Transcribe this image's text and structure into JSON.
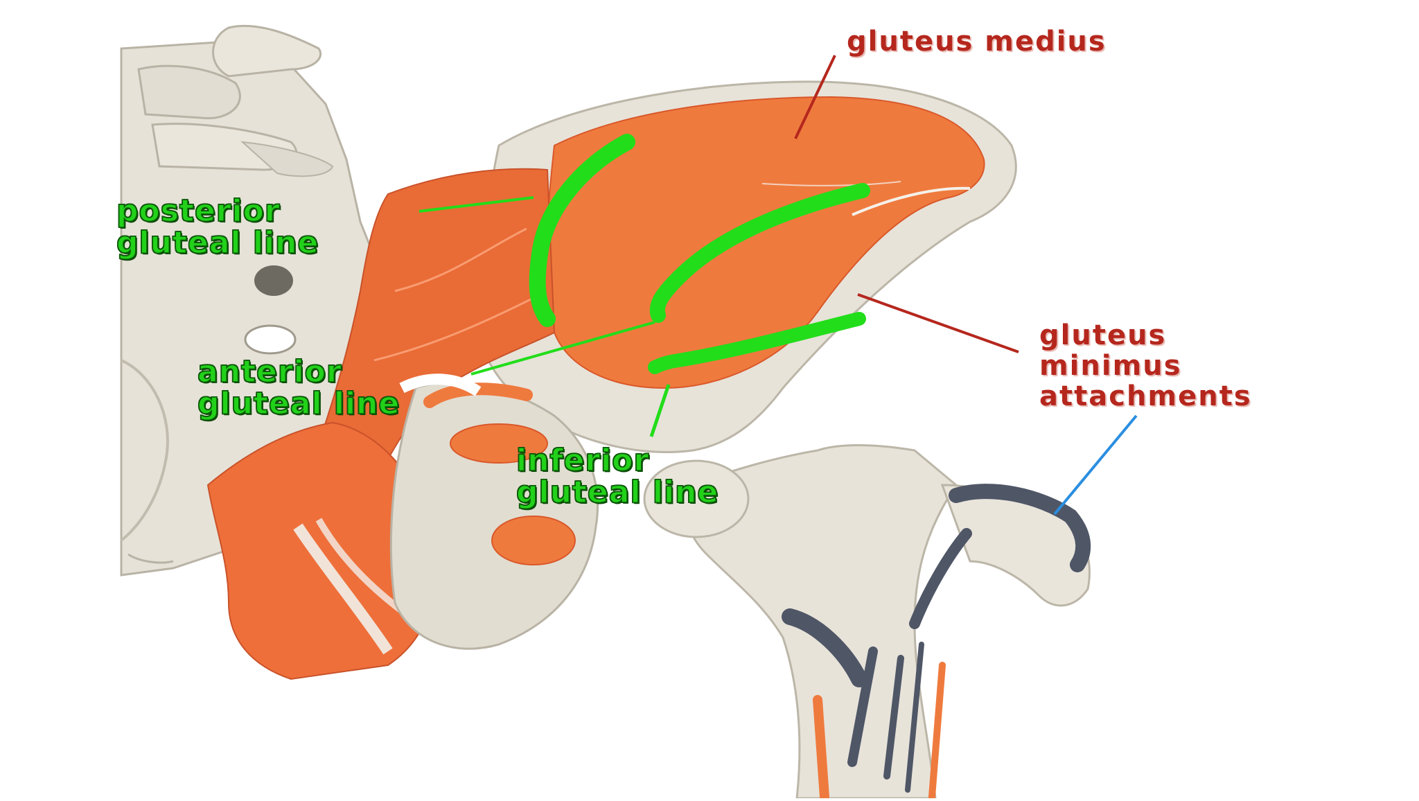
{
  "labels": {
    "gluteus_medius": "gluteus medius",
    "posterior_line": [
      "posterior",
      "gluteal line"
    ],
    "anterior_line": [
      "anterior",
      "gluteal line"
    ],
    "inferior_line": [
      "inferior",
      "gluteal line"
    ],
    "gluteus_minimus": [
      "gluteus",
      "minimus",
      "attachments"
    ]
  },
  "colors": {
    "bone": "#e7e3d9",
    "bone_shadow": "#c9c3b6",
    "muscle": "#ef7a3e",
    "muscle_dark": "#d9582a",
    "gluteal_line": "#22dd1a",
    "label_red": "#b5271d",
    "leader_blue": "#2a8ee0",
    "attachment_dark": "#4f5666",
    "tendon": "#f0eeea"
  }
}
